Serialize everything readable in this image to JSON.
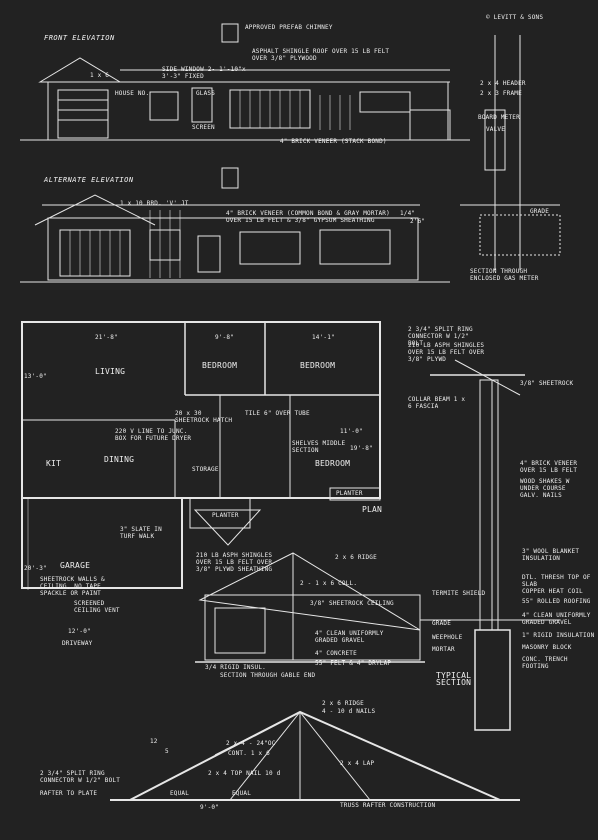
{
  "copyright": "© LEVITT & SONS",
  "front_elevation": {
    "title": "FRONT ELEVATION",
    "labels": [
      "APPROVED PREFAB CHIMNEY",
      "ASPHALT SHINGLE ROOF OVER 15 LB FELT OVER 3/8\" PLYWOOD",
      "SIDE WINDOW 2- 1'-10\"x 3'-3\" FIXED",
      "HOUSE NO.",
      "GLASS",
      "SCREEN",
      "1 x 6",
      "4\" BRICK VENEER (STACK BOND)"
    ]
  },
  "alternate_elevation": {
    "title": "ALTERNATE ELEVATION",
    "labels": [
      "1 x 10 BRD. 'V' JT",
      "4\" BRICK VENEER (COMMON BOND & GRAY MORTAR) OVER 15 LB FELT & 3/8\" GYPSUM SHEATHING",
      "1/4\"",
      "2'6\""
    ]
  },
  "gas_meter": {
    "title": "SECTION THROUGH ENCLOSED GAS METER",
    "labels": [
      "2 x 4 HEADER",
      "2 x 3 FRAME",
      "VALVE",
      "GRADE",
      "BOARD METER"
    ]
  },
  "plan": {
    "title": "PLAN",
    "rooms": [
      "LIVING",
      "BEDROOM",
      "BEDROOM",
      "BEDROOM",
      "DINING",
      "KIT",
      "GARAGE",
      "STORAGE"
    ],
    "dimensions": [
      "21'-8\"",
      "9'-8\"",
      "14'-1\"",
      "11'-0\"",
      "13'-0\"",
      "12'-0\"",
      "20'-3\"",
      "19'-8\""
    ],
    "labels": [
      "220 V LINE TO JUNC. BOX FOR FUTURE DRYER",
      "20 x 30 SHEETROCK HATCH",
      "TILE 6\" OVER TUBE",
      "SHELVES MIDDLE SECTION",
      "PLANTER",
      "PLANTER",
      "3\" SLATE IN TURF WALK",
      "SHEETROCK WALLS & CEILING, NO TAPE SPACKLE OR PAINT",
      "SCREENED CEILING VENT",
      "DRIVEWAY"
    ]
  },
  "gable_section": {
    "title": "SECTION THROUGH GABLE END",
    "labels": [
      "210 LB ASPH SHINGLES OVER 15 LB FELT OVER 3/8\" PLYWD SHEATHING",
      "2 x 6 RIDGE",
      "2 - 1 x 6 COLL.",
      "3/8\" SHEETROCK CEILING",
      "4\" CLEAN UNIFORMLY GRADED GRAVEL",
      "4\" CONCRETE",
      "55\" FELT & 4\" DRYLAP",
      "3/4 RIGID INSUL."
    ]
  },
  "typical_section": {
    "title": "TYPICAL SECTION",
    "labels": [
      "2 3/4\" SPLIT RING CONNECTOR W 1/2\" BOLT",
      "210 LB ASPH SHINGLES OVER 15 LB FELT OVER 3/8\" PLYWD",
      "3/8\" SHEETROCK",
      "COLLAR BEAM 1 x 6 FASCIA",
      "4\" BRICK VENEER OVER 15 LB FELT",
      "WOOD SHAKES W UNDER COURSE",
      "GALV. NAILS",
      "3\" WOOL BLANKET INSULATION",
      "DTL. THRESH TOP OF SLAB",
      "COPPER HEAT COIL",
      "55\" ROLLED ROOFING",
      "4\" CLEAN UNIFORMLY GRADED GRAVEL",
      "1\" RIGID INSULATION",
      "MASONRY BLOCK",
      "CONC. TRENCH FOOTING",
      "TERMITE SHIELD",
      "GRADE",
      "WEEPHOLE",
      "MORTAR"
    ]
  },
  "truss": {
    "title": "TRUSS RAFTER CONSTRUCTION",
    "labels": [
      "2 x 6 RIDGE",
      "4 - 10 d NAILS",
      "2 x 4 - 24\"OC",
      "CONT. 1 x 6",
      "2 x 4 LAP",
      "2 x 4 TOP NAIL 10 d",
      "2 3/4\" SPLIT RING CONNECTOR W 1/2\" BOLT",
      "RAFTER TO PLATE",
      "EQUAL",
      "EQUAL",
      "9'-0\"",
      "12",
      "5"
    ]
  }
}
